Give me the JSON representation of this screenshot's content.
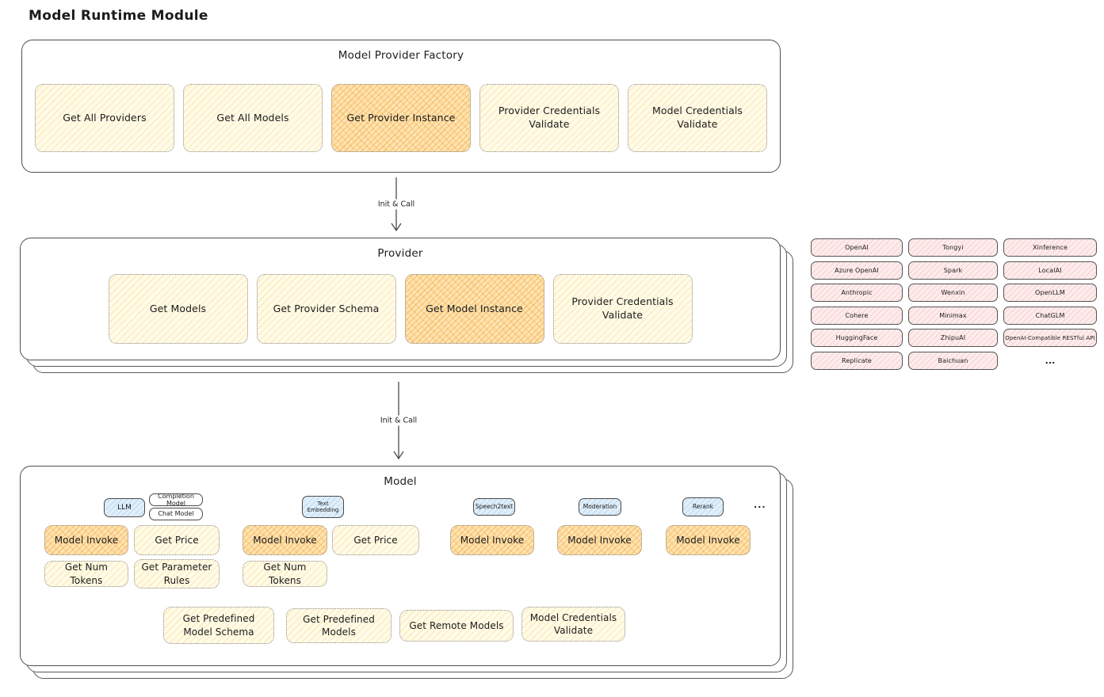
{
  "title": "Model Runtime Module",
  "arrows": [
    {
      "label": "Init & Call"
    },
    {
      "label": "Init & Call"
    }
  ],
  "factory": {
    "title": "Model Provider Factory",
    "buttons": [
      {
        "label": "Get All Providers",
        "highlighted": false
      },
      {
        "label": "Get All Models",
        "highlighted": false
      },
      {
        "label": "Get Provider Instance",
        "highlighted": true
      },
      {
        "label": "Provider Credentials Validate",
        "highlighted": false
      },
      {
        "label": "Model Credentials Validate",
        "highlighted": false
      }
    ]
  },
  "provider": {
    "title": "Provider",
    "buttons": [
      {
        "label": "Get Models",
        "highlighted": false
      },
      {
        "label": "Get Provider Schema",
        "highlighted": false
      },
      {
        "label": "Get Model Instance",
        "highlighted": true
      },
      {
        "label": "Provider Credentials Validate",
        "highlighted": false
      }
    ]
  },
  "providers_list": {
    "columns": [
      [
        "OpenAI",
        "Azure OpenAI",
        "Anthropic",
        "Cohere",
        "HuggingFace",
        "Replicate"
      ],
      [
        "Tongyi",
        "Spark",
        "Wenxin",
        "Minimax",
        "ZhipuAI",
        "Baichuan"
      ],
      [
        "Xinference",
        "LocalAI",
        "OpenLLM",
        "ChatGLM",
        "OpenAI-Compatible RESTful API"
      ]
    ],
    "ellipsis": "..."
  },
  "model": {
    "title": "Model",
    "groups": [
      {
        "type": "LLM",
        "variants": [
          "Completion Model",
          "Chat Model"
        ],
        "ops": [
          "Model Invoke",
          "Get Price",
          "Get Num Tokens",
          "Get Parameter Rules"
        ]
      },
      {
        "type": "Text Embedding",
        "ops": [
          "Model Invoke",
          "Get Price",
          "Get Num Tokens"
        ]
      },
      {
        "type": "Speech2text",
        "ops": [
          "Model Invoke"
        ]
      },
      {
        "type": "Moderation",
        "ops": [
          "Model Invoke"
        ]
      },
      {
        "type": "Rerank",
        "ops": [
          "Model Invoke"
        ]
      }
    ],
    "ellipsis": "...",
    "bottom_buttons": [
      "Get Predefined Model Schema",
      "Get Predefined Models",
      "Get Remote Models",
      "Model Credentials Validate"
    ]
  },
  "colors": {
    "node_yellow": "#fffbea",
    "node_orange": "#fde4b4",
    "node_pink": "#fdecec",
    "node_blue": "#e1effa",
    "stroke": "#4f4f4f"
  }
}
